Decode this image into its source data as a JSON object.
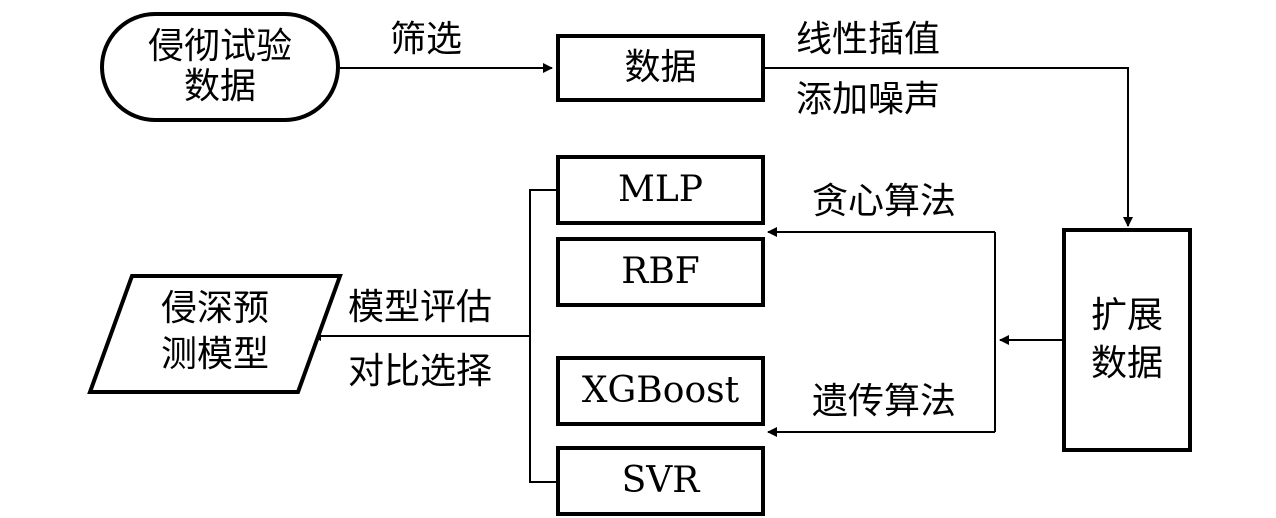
{
  "nodes": {
    "start": [
      "侵彻试验",
      "数据"
    ],
    "data": "数据",
    "expanded": [
      "扩展",
      "数据"
    ],
    "mlp": "MLP",
    "rbf": "RBF",
    "xgboost": "XGBoost",
    "svr": "SVR",
    "output": [
      "侵深预",
      "测模型"
    ]
  },
  "edges": {
    "filter": "筛选",
    "interp": "线性插值",
    "noise": "添加噪声",
    "greedy": "贪心算法",
    "genetic": "遗传算法",
    "eval": "模型评估",
    "compare": "对比选择"
  }
}
